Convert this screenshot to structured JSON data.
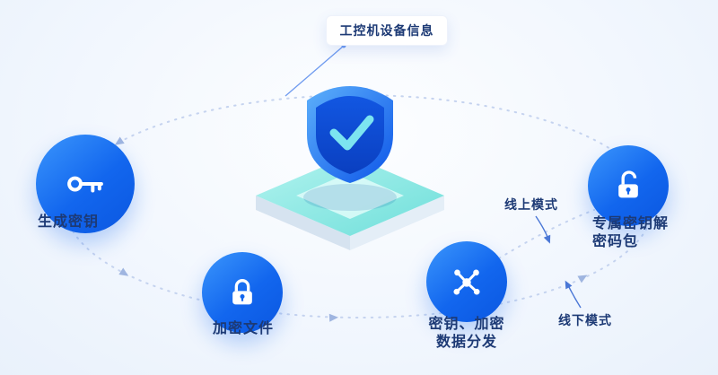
{
  "diagram": {
    "callout": "工控机设备信息",
    "nodes": {
      "generate": {
        "label": "生成密钥",
        "icon": "key-icon"
      },
      "encrypt": {
        "label": "加密文件",
        "icon": "lock-icon"
      },
      "distribute": {
        "line1": "密钥、加密",
        "line2": "数据分发",
        "icon": "share-icon"
      },
      "decrypt": {
        "line1": "专属密钥解",
        "line2": "密码包",
        "icon": "unlock-icon"
      }
    },
    "modes": {
      "online": "线上模式",
      "offline": "线下模式"
    }
  },
  "colors": {
    "accent_blue": "#1266ee",
    "shield_blue": "#1565e8",
    "platform_teal": "#6fdfda",
    "text_navy": "#1d3a75",
    "path_dotted": "#c5d3ef",
    "background": "#f2f7fe"
  }
}
